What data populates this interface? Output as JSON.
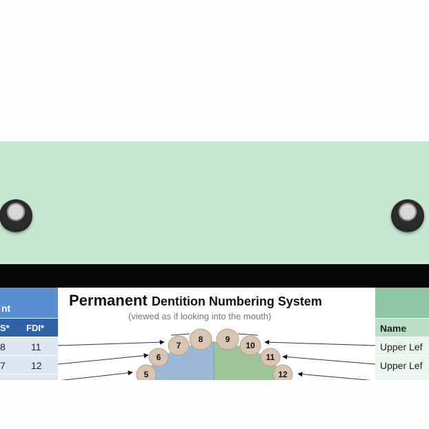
{
  "chart": {
    "title_bold": "Permanent",
    "title_rest": "Dentition Numbering System",
    "subtitle": "(viewed as if looking into the mouth)"
  },
  "left_table": {
    "header": "nt",
    "col1": "S*",
    "col2": "FDI*",
    "rows": [
      {
        "universal": "8",
        "fdi": "11"
      },
      {
        "universal": "7",
        "fdi": "12"
      }
    ]
  },
  "right_table": {
    "col": "Name",
    "rows": [
      "Upper Lef",
      "Upper Lef"
    ]
  },
  "teeth": [
    "5",
    "6",
    "7",
    "8",
    "9",
    "10",
    "11",
    "12"
  ],
  "colors": {
    "band": "#c4e8d0",
    "left_header": "#5a8fcf",
    "left_sub": "#2f63a7",
    "right_header": "#8ec6a3",
    "tooth": "#d9c6b2",
    "palate_left": "#9bb8d9",
    "palate_right": "#9dc59a"
  }
}
